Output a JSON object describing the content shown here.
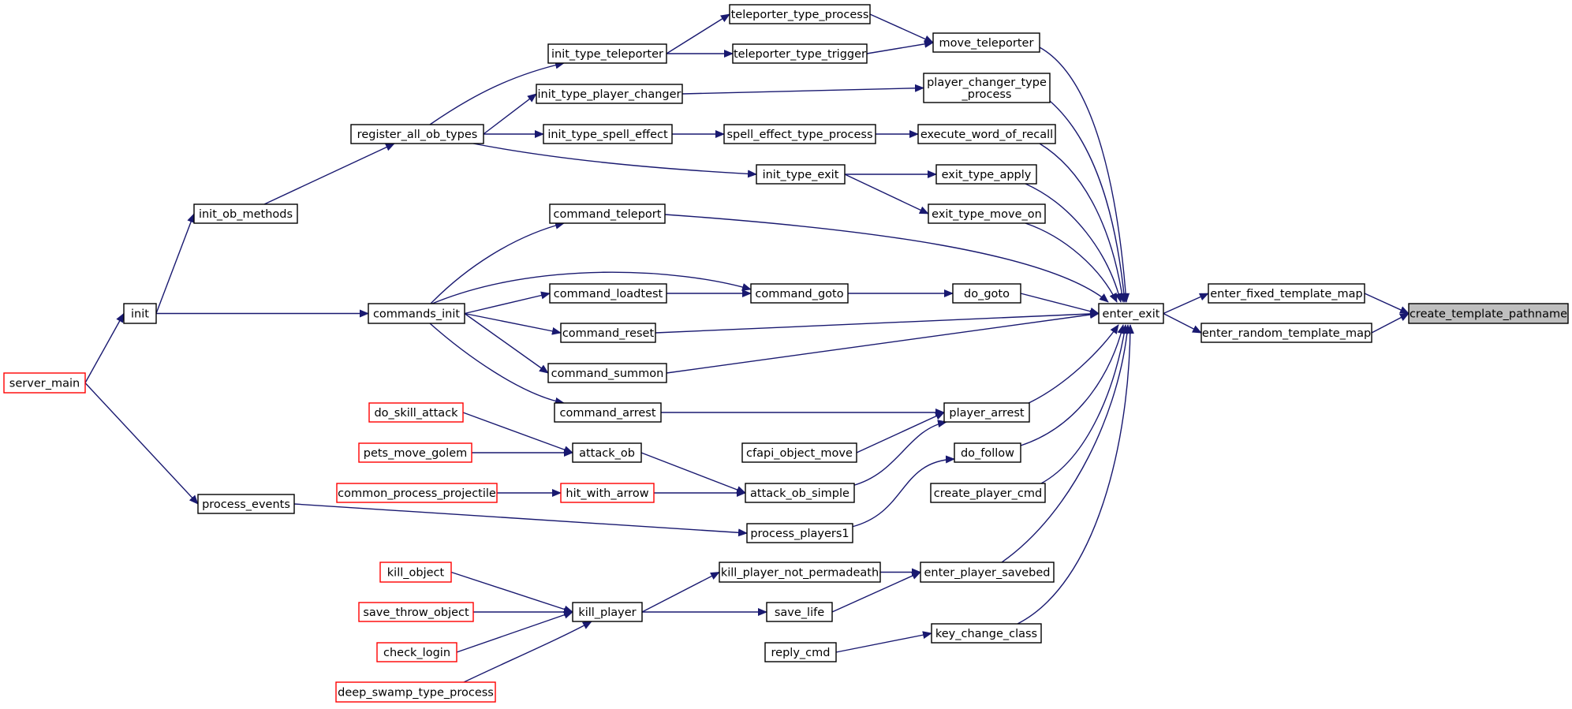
{
  "colors": {
    "edge": "#191970",
    "node_border": "#000000",
    "truncated_border": "#ff0000",
    "node_fill": "#ffffff",
    "highlight_fill": "#bfbfbf"
  },
  "nodes": [
    {
      "id": "create_template_pathname",
      "label": "create_template_pathname",
      "style": "highlight"
    },
    {
      "id": "enter_fixed_template_map",
      "label": "enter_fixed_template_map",
      "style": "normal"
    },
    {
      "id": "enter_random_template_map",
      "label": "enter_random_template_map",
      "style": "normal"
    },
    {
      "id": "enter_exit",
      "label": "enter_exit",
      "style": "normal"
    },
    {
      "id": "move_teleporter",
      "label": "move_teleporter",
      "style": "normal"
    },
    {
      "id": "player_changer_type_process",
      "label": "player_changer_type\n_process",
      "style": "normal"
    },
    {
      "id": "execute_word_of_recall",
      "label": "execute_word_of_recall",
      "style": "normal"
    },
    {
      "id": "exit_type_apply",
      "label": "exit_type_apply",
      "style": "normal"
    },
    {
      "id": "exit_type_move_on",
      "label": "exit_type_move_on",
      "style": "normal"
    },
    {
      "id": "command_teleport",
      "label": "command_teleport",
      "style": "normal"
    },
    {
      "id": "do_goto",
      "label": "do_goto",
      "style": "normal"
    },
    {
      "id": "command_reset",
      "label": "command_reset",
      "style": "normal"
    },
    {
      "id": "command_summon",
      "label": "command_summon",
      "style": "normal"
    },
    {
      "id": "player_arrest",
      "label": "player_arrest",
      "style": "normal"
    },
    {
      "id": "do_follow",
      "label": "do_follow",
      "style": "normal"
    },
    {
      "id": "create_player_cmd",
      "label": "create_player_cmd",
      "style": "normal"
    },
    {
      "id": "enter_player_savebed",
      "label": "enter_player_savebed",
      "style": "normal"
    },
    {
      "id": "key_change_class",
      "label": "key_change_class",
      "style": "normal"
    },
    {
      "id": "teleporter_type_process",
      "label": "teleporter_type_process",
      "style": "normal"
    },
    {
      "id": "teleporter_type_trigger",
      "label": "teleporter_type_trigger",
      "style": "normal"
    },
    {
      "id": "init_type_teleporter",
      "label": "init_type_teleporter",
      "style": "normal"
    },
    {
      "id": "init_type_player_changer",
      "label": "init_type_player_changer",
      "style": "normal"
    },
    {
      "id": "spell_effect_type_process",
      "label": "spell_effect_type_process",
      "style": "normal"
    },
    {
      "id": "init_type_spell_effect",
      "label": "init_type_spell_effect",
      "style": "normal"
    },
    {
      "id": "init_type_exit",
      "label": "init_type_exit",
      "style": "normal"
    },
    {
      "id": "register_all_ob_types",
      "label": "register_all_ob_types",
      "style": "normal"
    },
    {
      "id": "command_goto",
      "label": "command_goto",
      "style": "normal"
    },
    {
      "id": "command_loadtest",
      "label": "command_loadtest",
      "style": "normal"
    },
    {
      "id": "commands_init",
      "label": "commands_init",
      "style": "normal"
    },
    {
      "id": "command_arrest",
      "label": "command_arrest",
      "style": "normal"
    },
    {
      "id": "cfapi_object_move",
      "label": "cfapi_object_move",
      "style": "normal"
    },
    {
      "id": "attack_ob_simple",
      "label": "attack_ob_simple",
      "style": "normal"
    },
    {
      "id": "attack_ob",
      "label": "attack_ob",
      "style": "normal"
    },
    {
      "id": "hit_with_arrow",
      "label": "hit_with_arrow",
      "style": "truncated"
    },
    {
      "id": "process_players1",
      "label": "process_players1",
      "style": "normal"
    },
    {
      "id": "kill_player_not_permadeath",
      "label": "kill_player_not_permadeath",
      "style": "normal"
    },
    {
      "id": "save_life",
      "label": "save_life",
      "style": "normal"
    },
    {
      "id": "kill_player",
      "label": "kill_player",
      "style": "normal"
    },
    {
      "id": "reply_cmd",
      "label": "reply_cmd",
      "style": "normal"
    },
    {
      "id": "do_skill_attack",
      "label": "do_skill_attack",
      "style": "truncated"
    },
    {
      "id": "pets_move_golem",
      "label": "pets_move_golem",
      "style": "truncated"
    },
    {
      "id": "common_process_projectile",
      "label": "common_process_projectile",
      "style": "truncated"
    },
    {
      "id": "kill_object",
      "label": "kill_object",
      "style": "truncated"
    },
    {
      "id": "save_throw_object",
      "label": "save_throw_object",
      "style": "truncated"
    },
    {
      "id": "check_login",
      "label": "check_login",
      "style": "truncated"
    },
    {
      "id": "deep_swamp_type_process",
      "label": "deep_swamp_type_process",
      "style": "truncated"
    },
    {
      "id": "init_ob_methods",
      "label": "init_ob_methods",
      "style": "normal"
    },
    {
      "id": "init",
      "label": "init",
      "style": "normal"
    },
    {
      "id": "process_events",
      "label": "process_events",
      "style": "normal"
    },
    {
      "id": "server_main",
      "label": "server_main",
      "style": "truncated"
    }
  ],
  "edges": [
    {
      "from": "enter_fixed_template_map",
      "to": "create_template_pathname"
    },
    {
      "from": "enter_random_template_map",
      "to": "create_template_pathname"
    },
    {
      "from": "enter_exit",
      "to": "enter_fixed_template_map"
    },
    {
      "from": "enter_exit",
      "to": "enter_random_template_map"
    },
    {
      "from": "move_teleporter",
      "to": "enter_exit"
    },
    {
      "from": "player_changer_type_process",
      "to": "enter_exit"
    },
    {
      "from": "execute_word_of_recall",
      "to": "enter_exit"
    },
    {
      "from": "exit_type_apply",
      "to": "enter_exit"
    },
    {
      "from": "exit_type_move_on",
      "to": "enter_exit"
    },
    {
      "from": "command_teleport",
      "to": "enter_exit"
    },
    {
      "from": "do_goto",
      "to": "enter_exit"
    },
    {
      "from": "command_reset",
      "to": "enter_exit"
    },
    {
      "from": "command_summon",
      "to": "enter_exit"
    },
    {
      "from": "player_arrest",
      "to": "enter_exit"
    },
    {
      "from": "do_follow",
      "to": "enter_exit"
    },
    {
      "from": "create_player_cmd",
      "to": "enter_exit"
    },
    {
      "from": "enter_player_savebed",
      "to": "enter_exit"
    },
    {
      "from": "key_change_class",
      "to": "enter_exit"
    },
    {
      "from": "teleporter_type_process",
      "to": "move_teleporter"
    },
    {
      "from": "teleporter_type_trigger",
      "to": "move_teleporter"
    },
    {
      "from": "init_type_teleporter",
      "to": "teleporter_type_process"
    },
    {
      "from": "init_type_teleporter",
      "to": "teleporter_type_trigger"
    },
    {
      "from": "init_type_player_changer",
      "to": "player_changer_type_process"
    },
    {
      "from": "spell_effect_type_process",
      "to": "execute_word_of_recall"
    },
    {
      "from": "init_type_spell_effect",
      "to": "spell_effect_type_process"
    },
    {
      "from": "init_type_exit",
      "to": "exit_type_apply"
    },
    {
      "from": "init_type_exit",
      "to": "exit_type_move_on"
    },
    {
      "from": "register_all_ob_types",
      "to": "init_type_teleporter"
    },
    {
      "from": "register_all_ob_types",
      "to": "init_type_player_changer"
    },
    {
      "from": "register_all_ob_types",
      "to": "init_type_spell_effect"
    },
    {
      "from": "register_all_ob_types",
      "to": "init_type_exit"
    },
    {
      "from": "commands_init",
      "to": "command_teleport"
    },
    {
      "from": "commands_init",
      "to": "command_goto"
    },
    {
      "from": "commands_init",
      "to": "command_loadtest"
    },
    {
      "from": "commands_init",
      "to": "command_reset"
    },
    {
      "from": "commands_init",
      "to": "command_summon"
    },
    {
      "from": "commands_init",
      "to": "command_arrest"
    },
    {
      "from": "command_goto",
      "to": "do_goto"
    },
    {
      "from": "command_loadtest",
      "to": "command_goto"
    },
    {
      "from": "command_arrest",
      "to": "player_arrest"
    },
    {
      "from": "cfapi_object_move",
      "to": "player_arrest"
    },
    {
      "from": "attack_ob_simple",
      "to": "player_arrest"
    },
    {
      "from": "attack_ob",
      "to": "attack_ob_simple"
    },
    {
      "from": "hit_with_arrow",
      "to": "attack_ob_simple"
    },
    {
      "from": "do_skill_attack",
      "to": "attack_ob"
    },
    {
      "from": "pets_move_golem",
      "to": "attack_ob"
    },
    {
      "from": "common_process_projectile",
      "to": "hit_with_arrow"
    },
    {
      "from": "process_players1",
      "to": "do_follow"
    },
    {
      "from": "process_events",
      "to": "process_players1"
    },
    {
      "from": "kill_player_not_permadeath",
      "to": "enter_player_savebed"
    },
    {
      "from": "save_life",
      "to": "enter_player_savebed"
    },
    {
      "from": "kill_player",
      "to": "kill_player_not_permadeath"
    },
    {
      "from": "kill_player",
      "to": "save_life"
    },
    {
      "from": "kill_object",
      "to": "kill_player"
    },
    {
      "from": "save_throw_object",
      "to": "kill_player"
    },
    {
      "from": "check_login",
      "to": "kill_player"
    },
    {
      "from": "deep_swamp_type_process",
      "to": "kill_player"
    },
    {
      "from": "reply_cmd",
      "to": "key_change_class"
    },
    {
      "from": "init_ob_methods",
      "to": "register_all_ob_types"
    },
    {
      "from": "init",
      "to": "init_ob_methods"
    },
    {
      "from": "init",
      "to": "commands_init"
    },
    {
      "from": "server_main",
      "to": "init"
    },
    {
      "from": "server_main",
      "to": "process_events"
    }
  ]
}
